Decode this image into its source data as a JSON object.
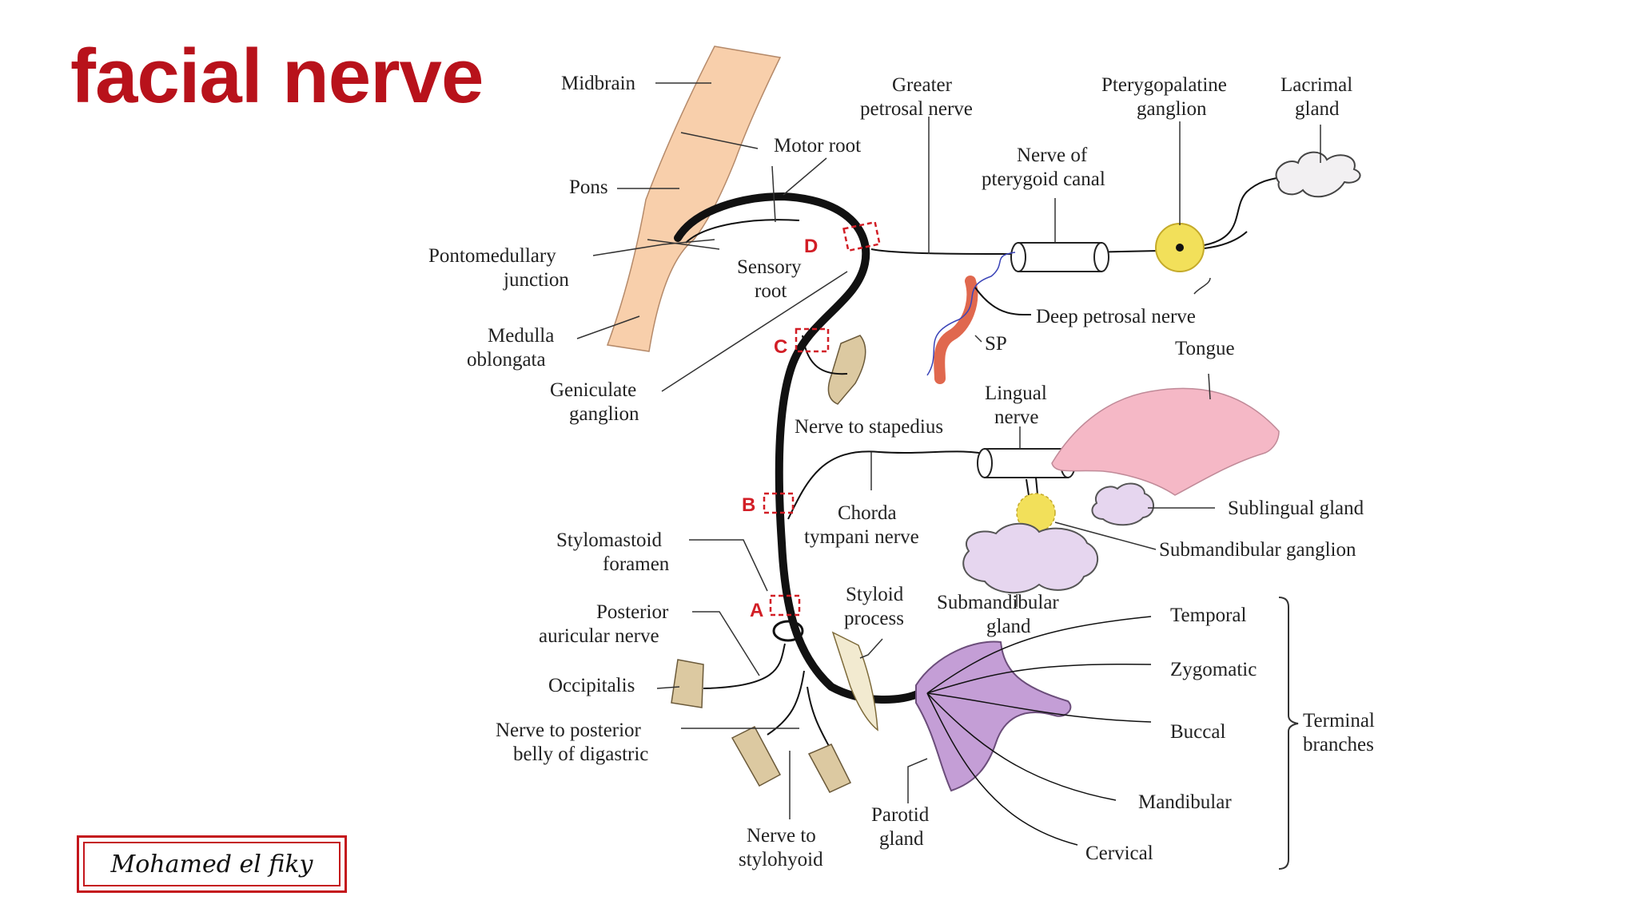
{
  "title": "facial nerve",
  "author": "Mohamed el fiky",
  "colors": {
    "title": "#b8121b",
    "brainstem": "#f8cfab",
    "nerve": "#111111",
    "segment_marker": "#d21e26",
    "ganglion": "#f2e05a",
    "tongue": "#f5b8c6",
    "salivary_gland": "#e6d6ef",
    "parotid": "#c49ed6",
    "muscle": "#dcc9a1",
    "artery": "#e0684e",
    "autonomic_fibre": "#3b44b8"
  },
  "labels": {
    "midbrain": "Midbrain",
    "pons": "Pons",
    "pontomedullary_1": "Pontomedullary",
    "pontomedullary_2": "junction",
    "medulla_1": "Medulla",
    "medulla_2": "oblongata",
    "motor_root": "Motor root",
    "sensory_root_1": "Sensory",
    "sensory_root_2": "root",
    "geniculate_1": "Geniculate",
    "geniculate_2": "ganglion",
    "greater_petrosal_1": "Greater",
    "greater_petrosal_2": "petrosal nerve",
    "pterygoid_canal_1": "Nerve of",
    "pterygoid_canal_2": "pterygoid canal",
    "pterygopalatine_1": "Pterygopalatine",
    "pterygopalatine_2": "ganglion",
    "lacrimal_1": "Lacrimal",
    "lacrimal_2": "gland",
    "deep_petrosal": "Deep petrosal nerve",
    "sp": "SP",
    "tongue": "Tongue",
    "lingual_1": "Lingual",
    "lingual_2": "nerve",
    "stapedius": "Nerve to stapedius",
    "chorda_1": "Chorda",
    "chorda_2": "tympani nerve",
    "sublingual": "Sublingual gland",
    "submandibular_ganglion": "Submandibular ganglion",
    "submandibular_gland_1": "Submandibular",
    "submandibular_gland_2": "gland",
    "stylomastoid_1": "Stylomastoid",
    "stylomastoid_2": "foramen",
    "styloid_1": "Styloid",
    "styloid_2": "process",
    "posterior_auricular_1": "Posterior",
    "posterior_auricular_2": "auricular nerve",
    "occipitalis": "Occipitalis",
    "digastric_1": "Nerve to posterior",
    "digastric_2": "belly of digastric",
    "stylohyoid_1": "Nerve to",
    "stylohyoid_2": "stylohyoid",
    "parotid_1": "Parotid",
    "parotid_2": "gland",
    "temporal": "Temporal",
    "zygomatic": "Zygomatic",
    "buccal": "Buccal",
    "mandibular": "Mandibular",
    "cervical": "Cervical",
    "terminal_1": "Terminal",
    "terminal_2": "branches"
  },
  "segments": {
    "a": "A",
    "b": "B",
    "c": "C",
    "d": "D"
  }
}
